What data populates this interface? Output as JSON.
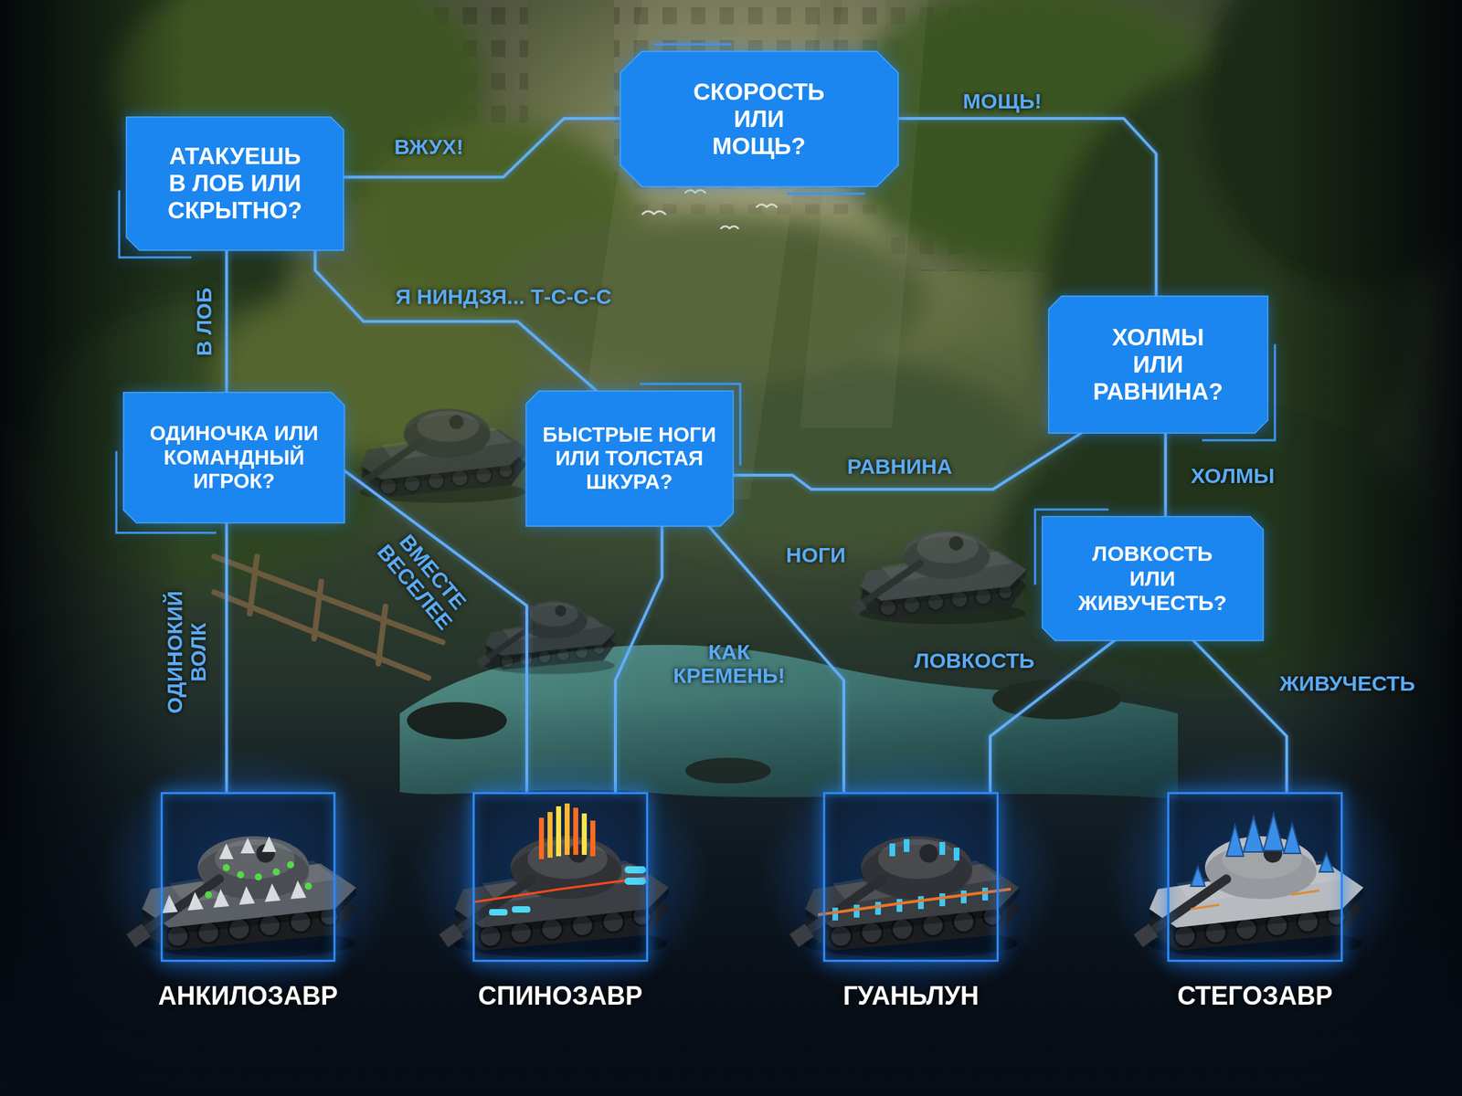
{
  "diagram": {
    "nodes": [
      {
        "text": [
          "АТАКУЕШЬ В ЛОБ ИЛИ СКРЫТНО?"
        ]
      },
      {
        "text": [
          "СКОРОСТЬ ИЛИ МОЩЬ?"
        ]
      },
      {
        "text": [
          "ХОЛМЫ ИЛИ РАВНИНА?"
        ]
      },
      {
        "text": [
          "ОДИНОЧКА ИЛИ КОМАНДНЫЙ ИГРОК?"
        ]
      },
      {
        "text": [
          "БЫСТРЫЕ НОГИ ИЛИ ТОЛСТАЯ ШКУРА?"
        ]
      },
      {
        "text": [
          "ЛОВКОСТЬ ИЛИ ЖИВУЧЕСТЬ?"
        ]
      },
      {
        "text": [
          "АНКИЛОЗАВР"
        ]
      },
      {
        "text": [
          "СПИНОЗАВР"
        ]
      },
      {
        "text": [
          "ГУАНЬЛУН"
        ]
      },
      {
        "text": [
          "СТЕГОЗАВР"
        ]
      }
    ],
    "edges": [
      {
        "from": 0,
        "to": 1,
        "label": "ВЖУХ!",
        "arrow": "none"
      },
      {
        "from": 0,
        "to": 3,
        "label": "В ЛОБ",
        "arrow": "none"
      },
      {
        "from": 0,
        "to": 4,
        "label": "Я НИНДЗЯ... Т-С-С-С",
        "arrow": "none"
      },
      {
        "from": 1,
        "to": 2,
        "label": "МОЩЬ!",
        "arrow": "none"
      },
      {
        "from": 2,
        "to": 4,
        "label": "РАВНИНА",
        "arrow": "none"
      },
      {
        "from": 2,
        "to": 5,
        "label": "ХОЛМЫ",
        "arrow": "none"
      },
      {
        "from": 3,
        "to": 6,
        "label": "ОДИНОКИЙ ВОЛК",
        "arrow": "none"
      },
      {
        "from": 3,
        "to": 7,
        "label": "ВМЕСТЕ ВЕСЕЛЕЕ",
        "arrow": "none"
      },
      {
        "from": 4,
        "to": 7,
        "label": "КАК КРЕМЕНЬ!",
        "arrow": "none"
      },
      {
        "from": 4,
        "to": 8,
        "label": "НОГИ",
        "arrow": "none"
      },
      {
        "from": 5,
        "to": 8,
        "label": "ЛОВКОСТЬ",
        "arrow": "none"
      },
      {
        "from": 5,
        "to": 9,
        "label": "ЖИВУЧЕСТЬ",
        "arrow": "none"
      }
    ]
  }
}
